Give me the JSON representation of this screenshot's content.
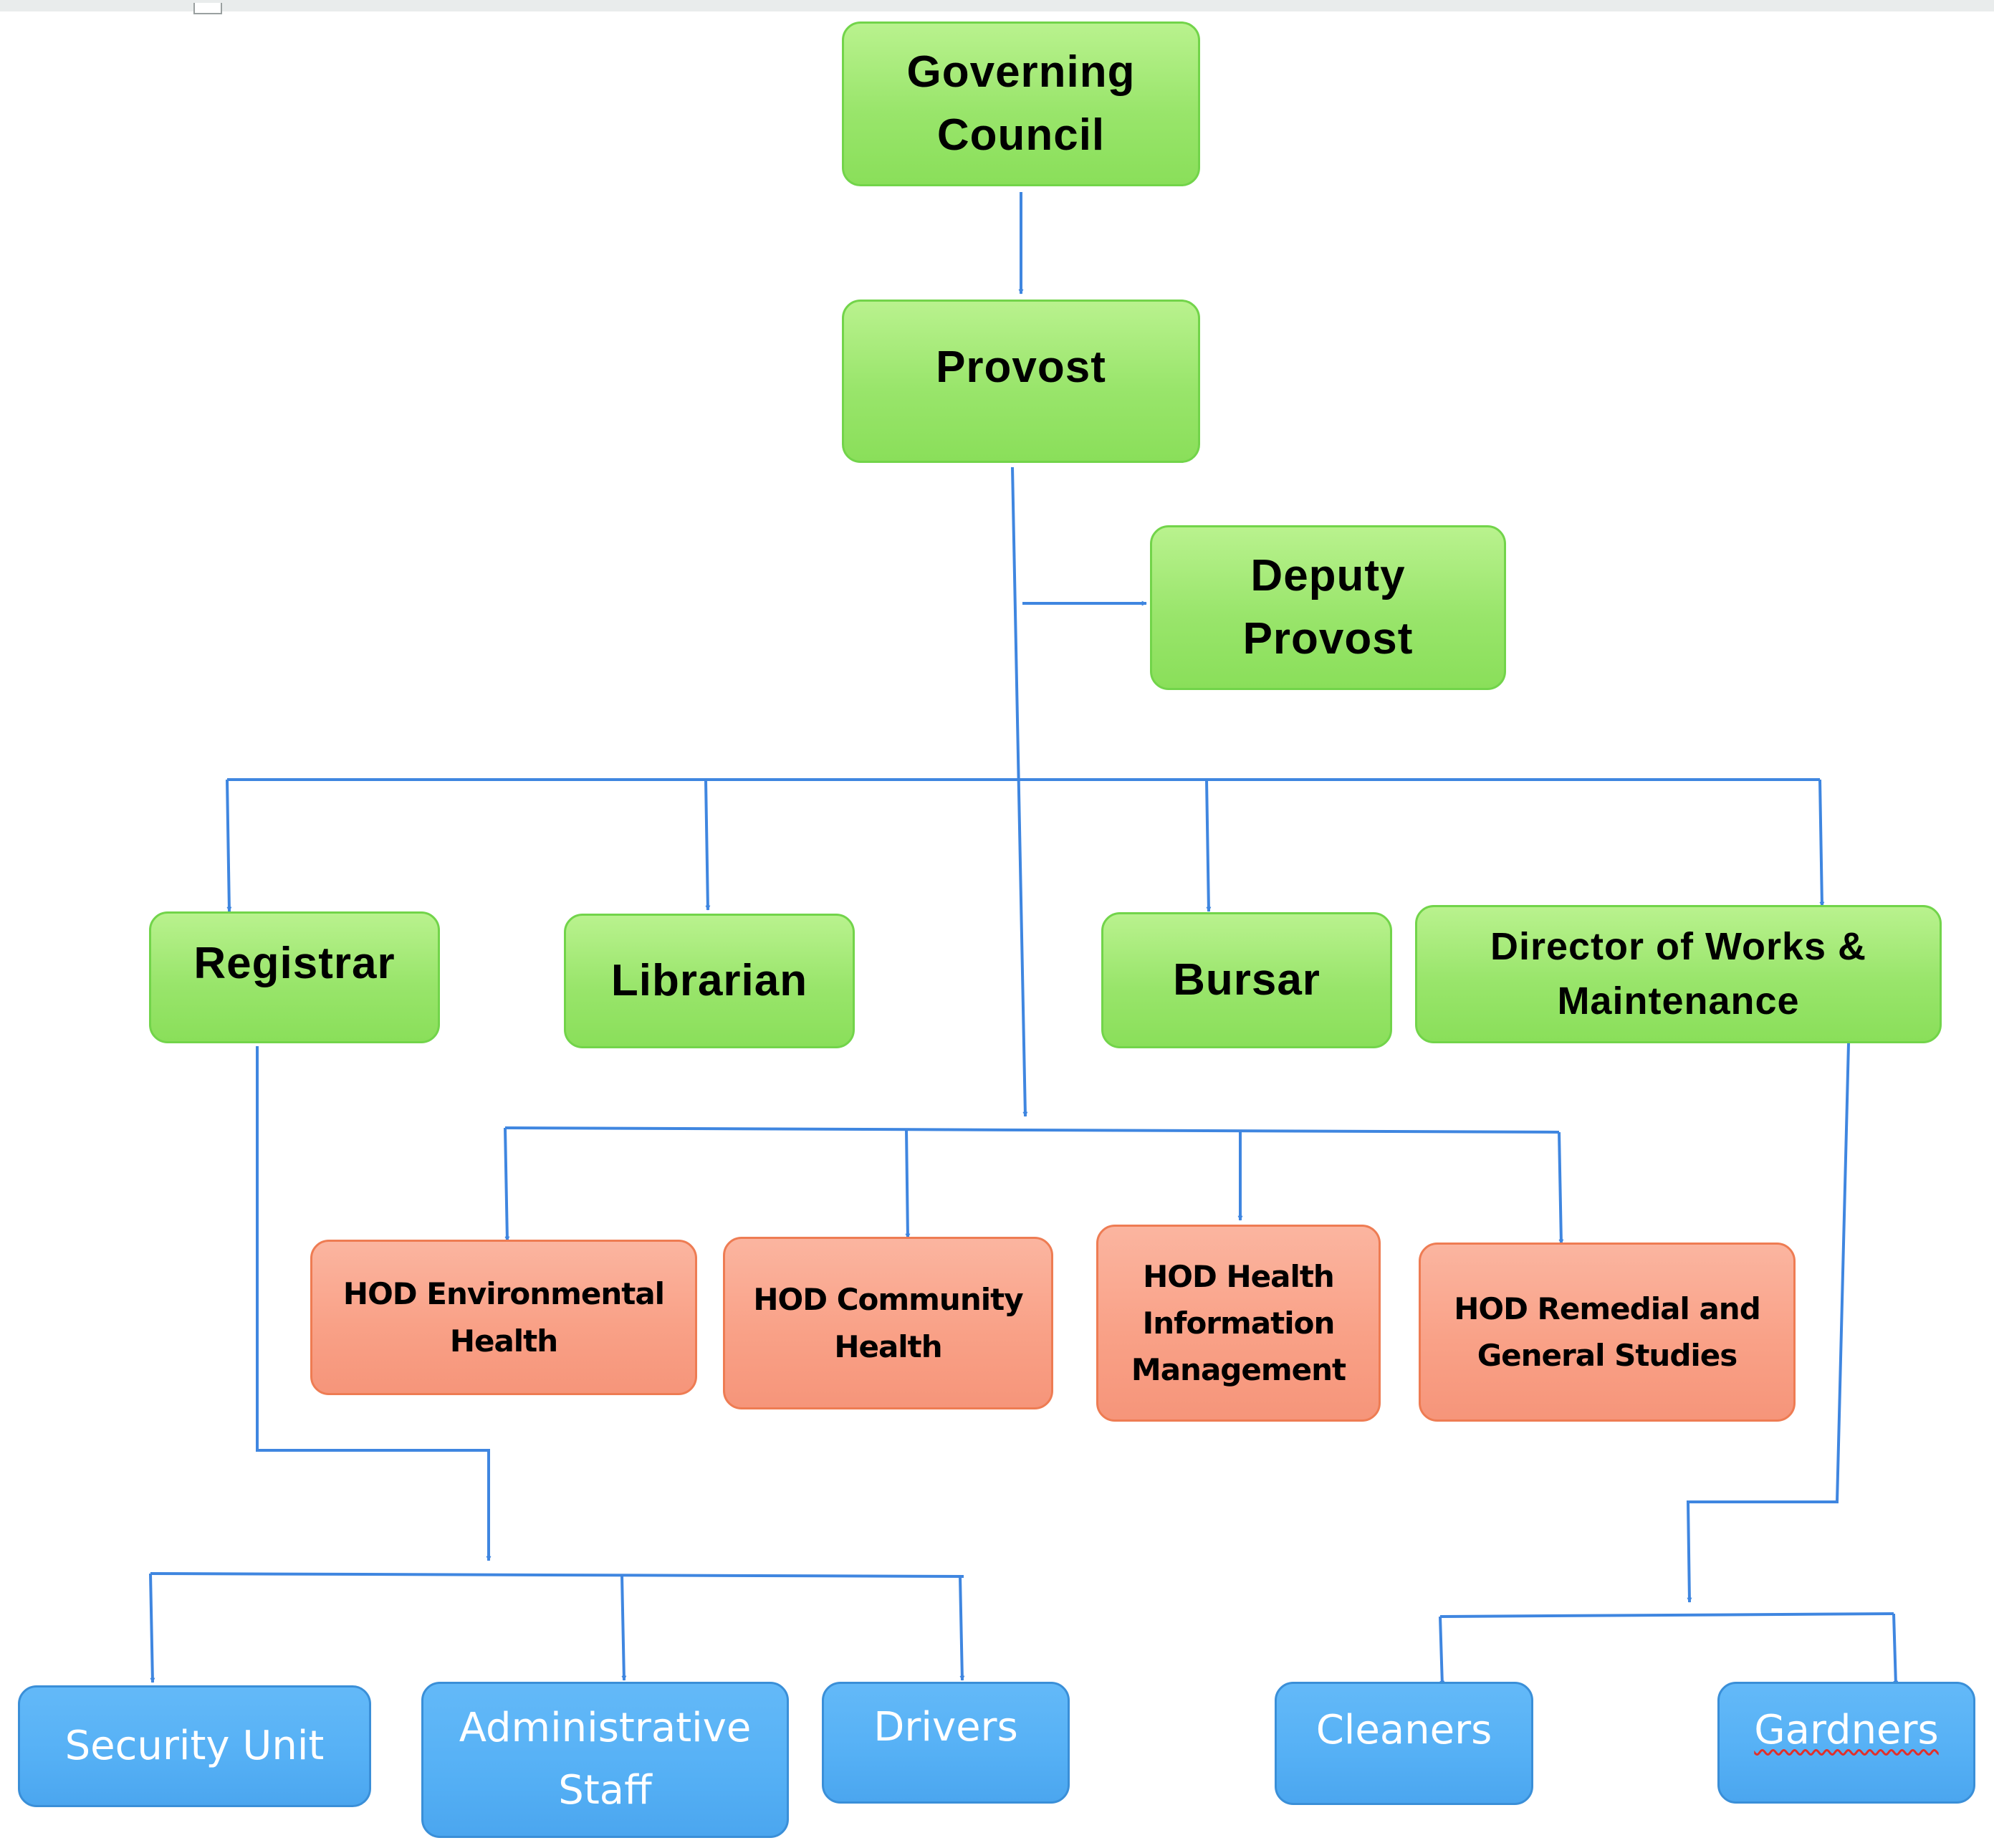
{
  "leadership": {
    "governing_council": "Governing\nCouncil",
    "provost": "Provost",
    "deputy_provost": "Deputy\nProvost"
  },
  "officers": {
    "registrar": "Registrar",
    "librarian": "Librarian",
    "bursar": "Bursar",
    "director_works": "Director of Works &\nMaintenance"
  },
  "departments": {
    "environmental_health": "HOD Environmental\nHealth",
    "community_health": "HOD Community\nHealth",
    "health_information": "HOD Health\nInformation\nManagement",
    "remedial_general": "HOD Remedial and\nGeneral Studies"
  },
  "registry_staff": {
    "security_unit": "Security Unit",
    "administrative_staff": "Administrative\nStaff",
    "drivers": "Drivers"
  },
  "works_staff": {
    "cleaners": "Cleaners",
    "gardners": "Gardners"
  },
  "colors": {
    "connector": "#3f86e0",
    "green_fill": "#99e56b",
    "orange_fill": "#f9a187",
    "blue_fill": "#55b0f5"
  }
}
